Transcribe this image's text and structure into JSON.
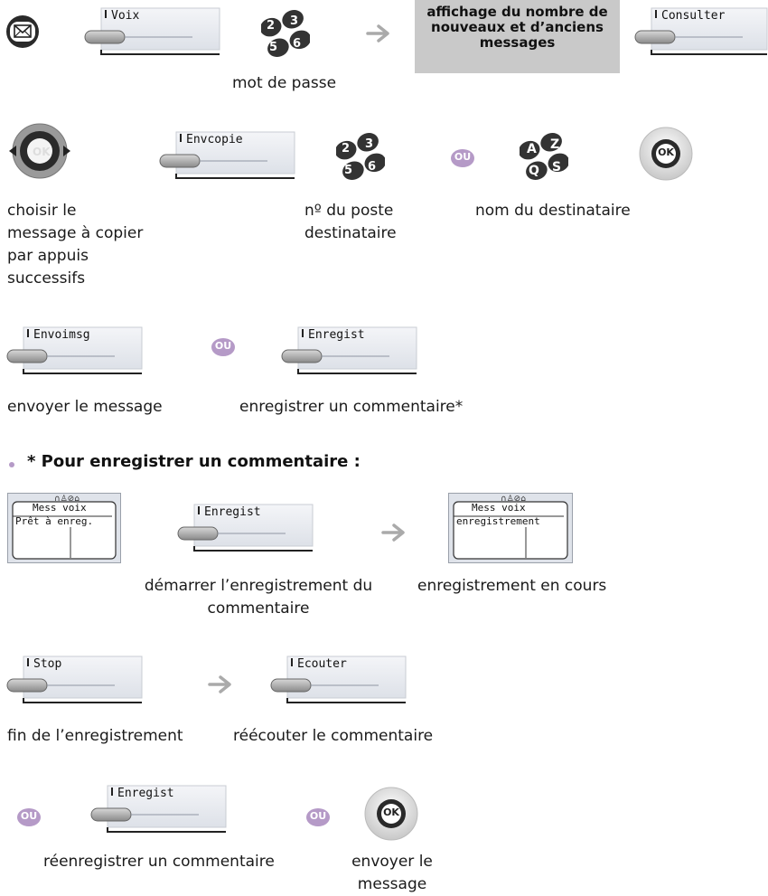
{
  "row1": {
    "softkey_voix": "Voix",
    "info_box": [
      "affichage du nombre de",
      "nouveaux et d’anciens",
      "messages"
    ],
    "softkey_consulter": "Consulter",
    "caption_keypad": "mot de passe"
  },
  "row2": {
    "softkey_envcopie": "Envcopie",
    "ou": "OU",
    "ok": "OK",
    "caption_nav": [
      "choisir le",
      "message à copier",
      "par appuis",
      "successifs"
    ],
    "caption_keypad": [
      "nº du poste",
      "destinataire"
    ],
    "caption_alpha": "nom du destinataire"
  },
  "row3": {
    "softkey_envoimsg": "Envoimsg",
    "ou": "OU",
    "softkey_enregist": "Enregist",
    "caption_send": "envoyer le message",
    "caption_record": "enregistrer un commentaire*"
  },
  "section": {
    "heading": "* Pour enregistrer un commentaire :"
  },
  "row4": {
    "screen1_title": "Mess voix",
    "screen1_line": "Prêt à enreg.",
    "softkey_enregist": "Enregist",
    "screen2_title": "Mess voix",
    "screen2_line": "enregistrement",
    "caption_start": [
      "démarrer l’enregistrement du",
      "commentaire"
    ],
    "caption_inprogress": "enregistrement en cours"
  },
  "row5": {
    "softkey_stop": "Stop",
    "softkey_ecouter": "Ecouter",
    "caption_end": "fin de l’enregistrement",
    "caption_listen": "réécouter le commentaire"
  },
  "row6": {
    "ou1": "OU",
    "softkey_enregist": "Enregist",
    "ou2": "OU",
    "ok": "OK",
    "caption_rerecord": "réenregistrer un commentaire",
    "caption_send": [
      "envoyer le",
      "message"
    ]
  },
  "colors": {
    "accent": "#b59ac7",
    "grey": "#c9c9c9"
  }
}
